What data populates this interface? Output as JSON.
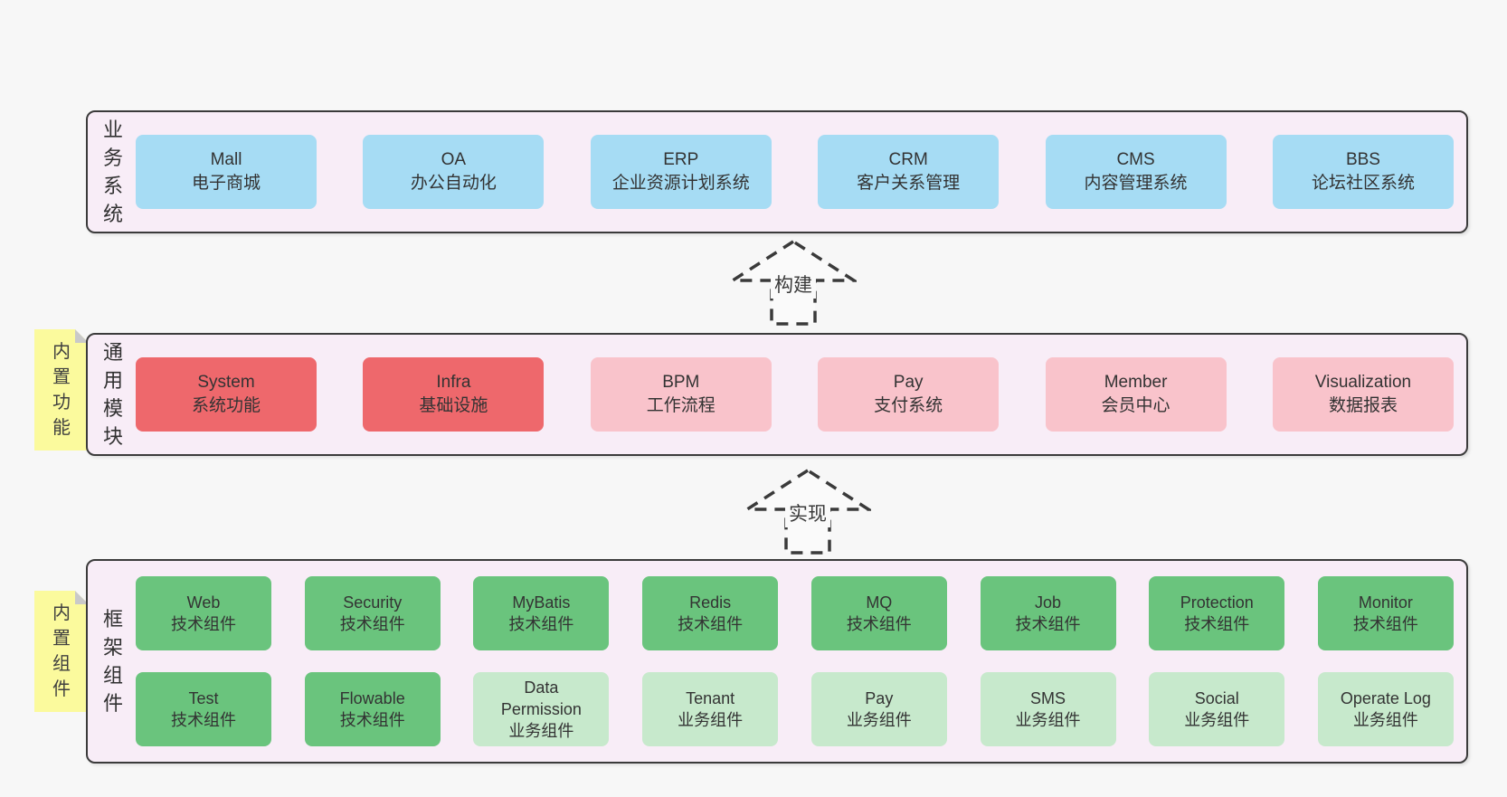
{
  "colors": {
    "page_bg": "#f7f7f7",
    "panel_bg": "#f8edf7",
    "panel_border": "#3b3b3b",
    "blue": "#a6dcf4",
    "red": "#ee686c",
    "pink": "#f9c3cb",
    "green": "#6ac47d",
    "light_green": "#c7e9cc",
    "yellow": "#fbfa9d",
    "fold_grey": "#c9c9c9",
    "text": "#363636"
  },
  "arrows": {
    "build": {
      "label": "构建"
    },
    "implement": {
      "label": "实现"
    }
  },
  "panels": {
    "business": {
      "label": "业务系统",
      "boxes": [
        {
          "name": "Mall",
          "desc": "电子商城"
        },
        {
          "name": "OA",
          "desc": "办公自动化"
        },
        {
          "name": "ERP",
          "desc": "企业资源计划系统"
        },
        {
          "name": "CRM",
          "desc": "客户关系管理"
        },
        {
          "name": "CMS",
          "desc": "内容管理系统"
        },
        {
          "name": "BBS",
          "desc": "论坛社区系统"
        }
      ]
    },
    "modules": {
      "label": "通用模块",
      "tag": "内置功能",
      "boxes": [
        {
          "name": "System",
          "desc": "系统功能"
        },
        {
          "name": "Infra",
          "desc": "基础设施"
        },
        {
          "name": "BPM",
          "desc": "工作流程"
        },
        {
          "name": "Pay",
          "desc": "支付系统"
        },
        {
          "name": "Member",
          "desc": "会员中心"
        },
        {
          "name": "Visualization",
          "desc": "数据报表"
        }
      ]
    },
    "components": {
      "label": "框架组件",
      "tag": "内置组件",
      "row1": [
        {
          "name": "Web",
          "desc": "技术组件"
        },
        {
          "name": "Security",
          "desc": "技术组件"
        },
        {
          "name": "MyBatis",
          "desc": "技术组件"
        },
        {
          "name": "Redis",
          "desc": "技术组件"
        },
        {
          "name": "MQ",
          "desc": "技术组件"
        },
        {
          "name": "Job",
          "desc": "技术组件"
        },
        {
          "name": "Protection",
          "desc": "技术组件"
        },
        {
          "name": "Monitor",
          "desc": "技术组件"
        }
      ],
      "row2": [
        {
          "name": "Test",
          "desc": "技术组件"
        },
        {
          "name": "Flowable",
          "desc": "技术组件"
        },
        {
          "name": "Data Permission",
          "desc": "业务组件"
        },
        {
          "name": "Tenant",
          "desc": "业务组件"
        },
        {
          "name": "Pay",
          "desc": "业务组件"
        },
        {
          "name": "SMS",
          "desc": "业务组件"
        },
        {
          "name": "Social",
          "desc": "业务组件"
        },
        {
          "name": "Operate Log",
          "desc": "业务组件"
        }
      ]
    }
  }
}
